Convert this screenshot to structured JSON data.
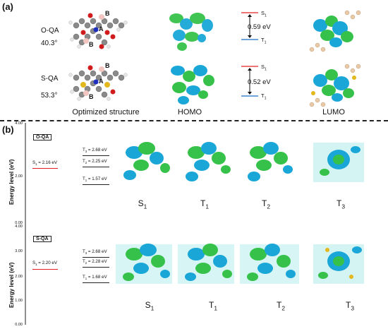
{
  "panel_a": {
    "label": "(a)",
    "molecules": [
      {
        "name": "O-QA",
        "angle": "40.3°",
        "atom_labels": [
          "B",
          "A",
          "B"
        ],
        "gap": "0.59 eV",
        "s1": "S",
        "t1": "T",
        "sub": "1"
      },
      {
        "name": "S-QA",
        "angle": "53.3°",
        "atom_labels": [
          "B",
          "A",
          "B"
        ],
        "gap": "0.52 eV",
        "s1": "S",
        "t1": "T",
        "sub": "1"
      }
    ],
    "captions": {
      "structure": "Optimized structure",
      "homo": "HOMO",
      "lumo": "LUMO"
    },
    "colors": {
      "s_level": "#e02020",
      "t_level": "#1a6fc4",
      "orbital_blue": "#1aa7d8",
      "orbital_green": "#36c24a"
    }
  },
  "panel_b": {
    "label": "(b)",
    "ylabel": "Energy level (eV)",
    "plots": [
      {
        "tag": "O-QA",
        "yticks": [
          "4.00",
          "2.00",
          "0.00"
        ],
        "s1": {
          "label": "S",
          "sub": "1",
          "value": " = 2.16 eV"
        },
        "t_levels": [
          {
            "label": "T",
            "sub": "3",
            "value": " = 2.68 eV"
          },
          {
            "label": "T",
            "sub": "2",
            "value": " = 2.25 eV"
          },
          {
            "label": "T",
            "sub": "1",
            "value": " = 1.57 eV"
          }
        ],
        "states": [
          {
            "s": "S",
            "sub": "1"
          },
          {
            "s": "T",
            "sub": "1"
          },
          {
            "s": "T",
            "sub": "2"
          },
          {
            "s": "T",
            "sub": "3"
          }
        ]
      },
      {
        "tag": "S-QA",
        "yticks": [
          "4.00",
          "3.00",
          "2.00",
          "1.00",
          "0.00"
        ],
        "s1": {
          "label": "S",
          "sub": "1",
          "value": " = 2.20 eV"
        },
        "t_levels": [
          {
            "label": "T",
            "sub": "3",
            "value": " = 2.68 eV"
          },
          {
            "label": "T",
            "sub": "2",
            "value": " = 2.28 eV"
          },
          {
            "label": "T",
            "sub": "1",
            "value": " = 1.68 eV"
          }
        ],
        "states": [
          {
            "s": "S",
            "sub": "1"
          },
          {
            "s": "T",
            "sub": "1"
          },
          {
            "s": "T",
            "sub": "2"
          },
          {
            "s": "T",
            "sub": "3"
          }
        ]
      }
    ]
  }
}
